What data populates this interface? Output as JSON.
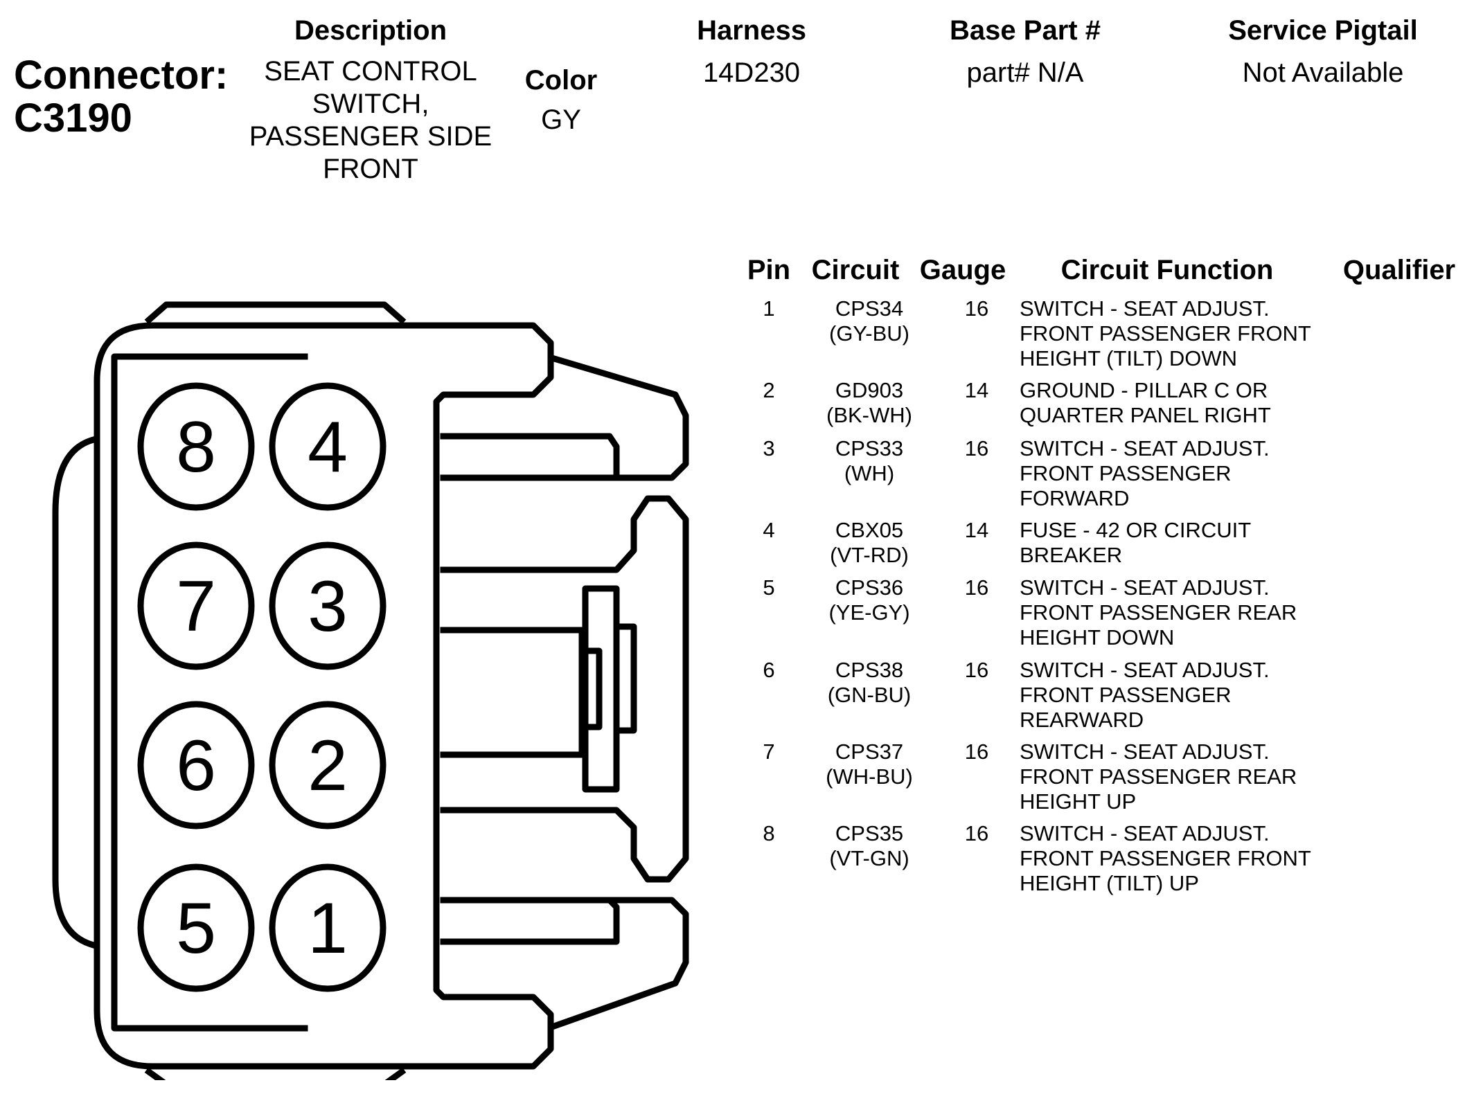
{
  "connector": {
    "label": "Connector:",
    "id": "C3190"
  },
  "header": {
    "description_label": "Description",
    "description_lines": [
      "SEAT CONTROL",
      "SWITCH,",
      "PASSENGER SIDE",
      "FRONT"
    ],
    "color_label": "Color",
    "color_value": "GY",
    "harness_label": "Harness",
    "harness_value": "14D230",
    "base_part_label": "Base Part #",
    "base_part_value": "part# N/A",
    "service_pigtail_label": "Service Pigtail",
    "service_pigtail_value": "Not Available"
  },
  "table": {
    "columns": [
      "Pin",
      "Circuit",
      "Gauge",
      "Circuit Function",
      "Qualifier"
    ],
    "rows": [
      {
        "pin": "1",
        "circuit": [
          "CPS34",
          "(GY-BU)"
        ],
        "gauge": "16",
        "function": [
          "SWITCH - SEAT ADJUST.",
          "FRONT PASSENGER FRONT",
          "HEIGHT (TILT) DOWN"
        ],
        "qualifier": ""
      },
      {
        "pin": "2",
        "circuit": [
          "GD903",
          "(BK-WH)"
        ],
        "gauge": "14",
        "function": [
          "GROUND - PILLAR C OR",
          "QUARTER PANEL RIGHT"
        ],
        "qualifier": ""
      },
      {
        "pin": "3",
        "circuit": [
          "CPS33",
          "(WH)"
        ],
        "gauge": "16",
        "function": [
          "SWITCH - SEAT ADJUST.",
          "FRONT PASSENGER",
          "FORWARD"
        ],
        "qualifier": ""
      },
      {
        "pin": "4",
        "circuit": [
          "CBX05",
          "(VT-RD)"
        ],
        "gauge": "14",
        "function": [
          "FUSE - 42 OR CIRCUIT",
          "BREAKER"
        ],
        "qualifier": ""
      },
      {
        "pin": "5",
        "circuit": [
          "CPS36",
          "(YE-GY)"
        ],
        "gauge": "16",
        "function": [
          "SWITCH - SEAT ADJUST.",
          "FRONT PASSENGER REAR",
          "HEIGHT DOWN"
        ],
        "qualifier": ""
      },
      {
        "pin": "6",
        "circuit": [
          "CPS38",
          "(GN-BU)"
        ],
        "gauge": "16",
        "function": [
          "SWITCH - SEAT ADJUST.",
          "FRONT PASSENGER",
          "REARWARD"
        ],
        "qualifier": ""
      },
      {
        "pin": "7",
        "circuit": [
          "CPS37",
          "(WH-BU)"
        ],
        "gauge": "16",
        "function": [
          "SWITCH - SEAT ADJUST.",
          "FRONT PASSENGER REAR",
          "HEIGHT UP"
        ],
        "qualifier": ""
      },
      {
        "pin": "8",
        "circuit": [
          "CPS35",
          "(VT-GN)"
        ],
        "gauge": "16",
        "function": [
          "SWITCH - SEAT ADJUST.",
          "FRONT PASSENGER FRONT",
          "HEIGHT (TILT) UP"
        ],
        "qualifier": ""
      }
    ]
  },
  "diagram": {
    "pin_labels": [
      "8",
      "4",
      "7",
      "3",
      "6",
      "2",
      "5",
      "1"
    ]
  }
}
